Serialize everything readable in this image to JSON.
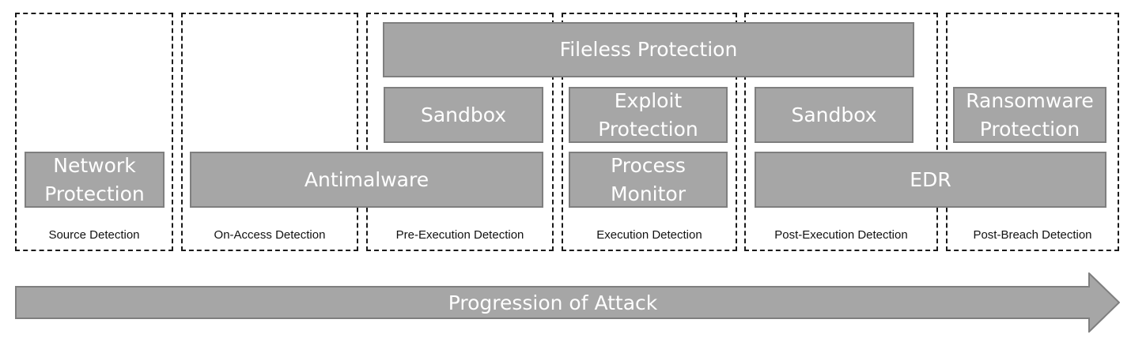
{
  "phases": [
    {
      "label": "Source Detection"
    },
    {
      "label": "On-Access Detection"
    },
    {
      "label": "Pre-Execution Detection"
    },
    {
      "label": "Execution Detection"
    },
    {
      "label": "Post-Execution Detection"
    },
    {
      "label": "Post-Breach Detection"
    }
  ],
  "boxes": {
    "fileless": "Fileless Protection",
    "network_line1": "Network",
    "network_line2": "Protection",
    "antimalware": "Antimalware",
    "sandbox_pre": "Sandbox",
    "exploit_line1": "Exploit",
    "exploit_line2": "Protection",
    "process_line1": "Process",
    "process_line2": "Monitor",
    "sandbox_post": "Sandbox",
    "edr": "EDR",
    "ransomware_line1": "Ransomware",
    "ransomware_line2": "Protection"
  },
  "arrow": {
    "label": "Progression of Attack"
  },
  "colors": {
    "box_fill": "#a6a6a6",
    "box_border": "#7f7f7f",
    "box_text": "#ffffff",
    "dashed_border": "#1a1a1a"
  }
}
